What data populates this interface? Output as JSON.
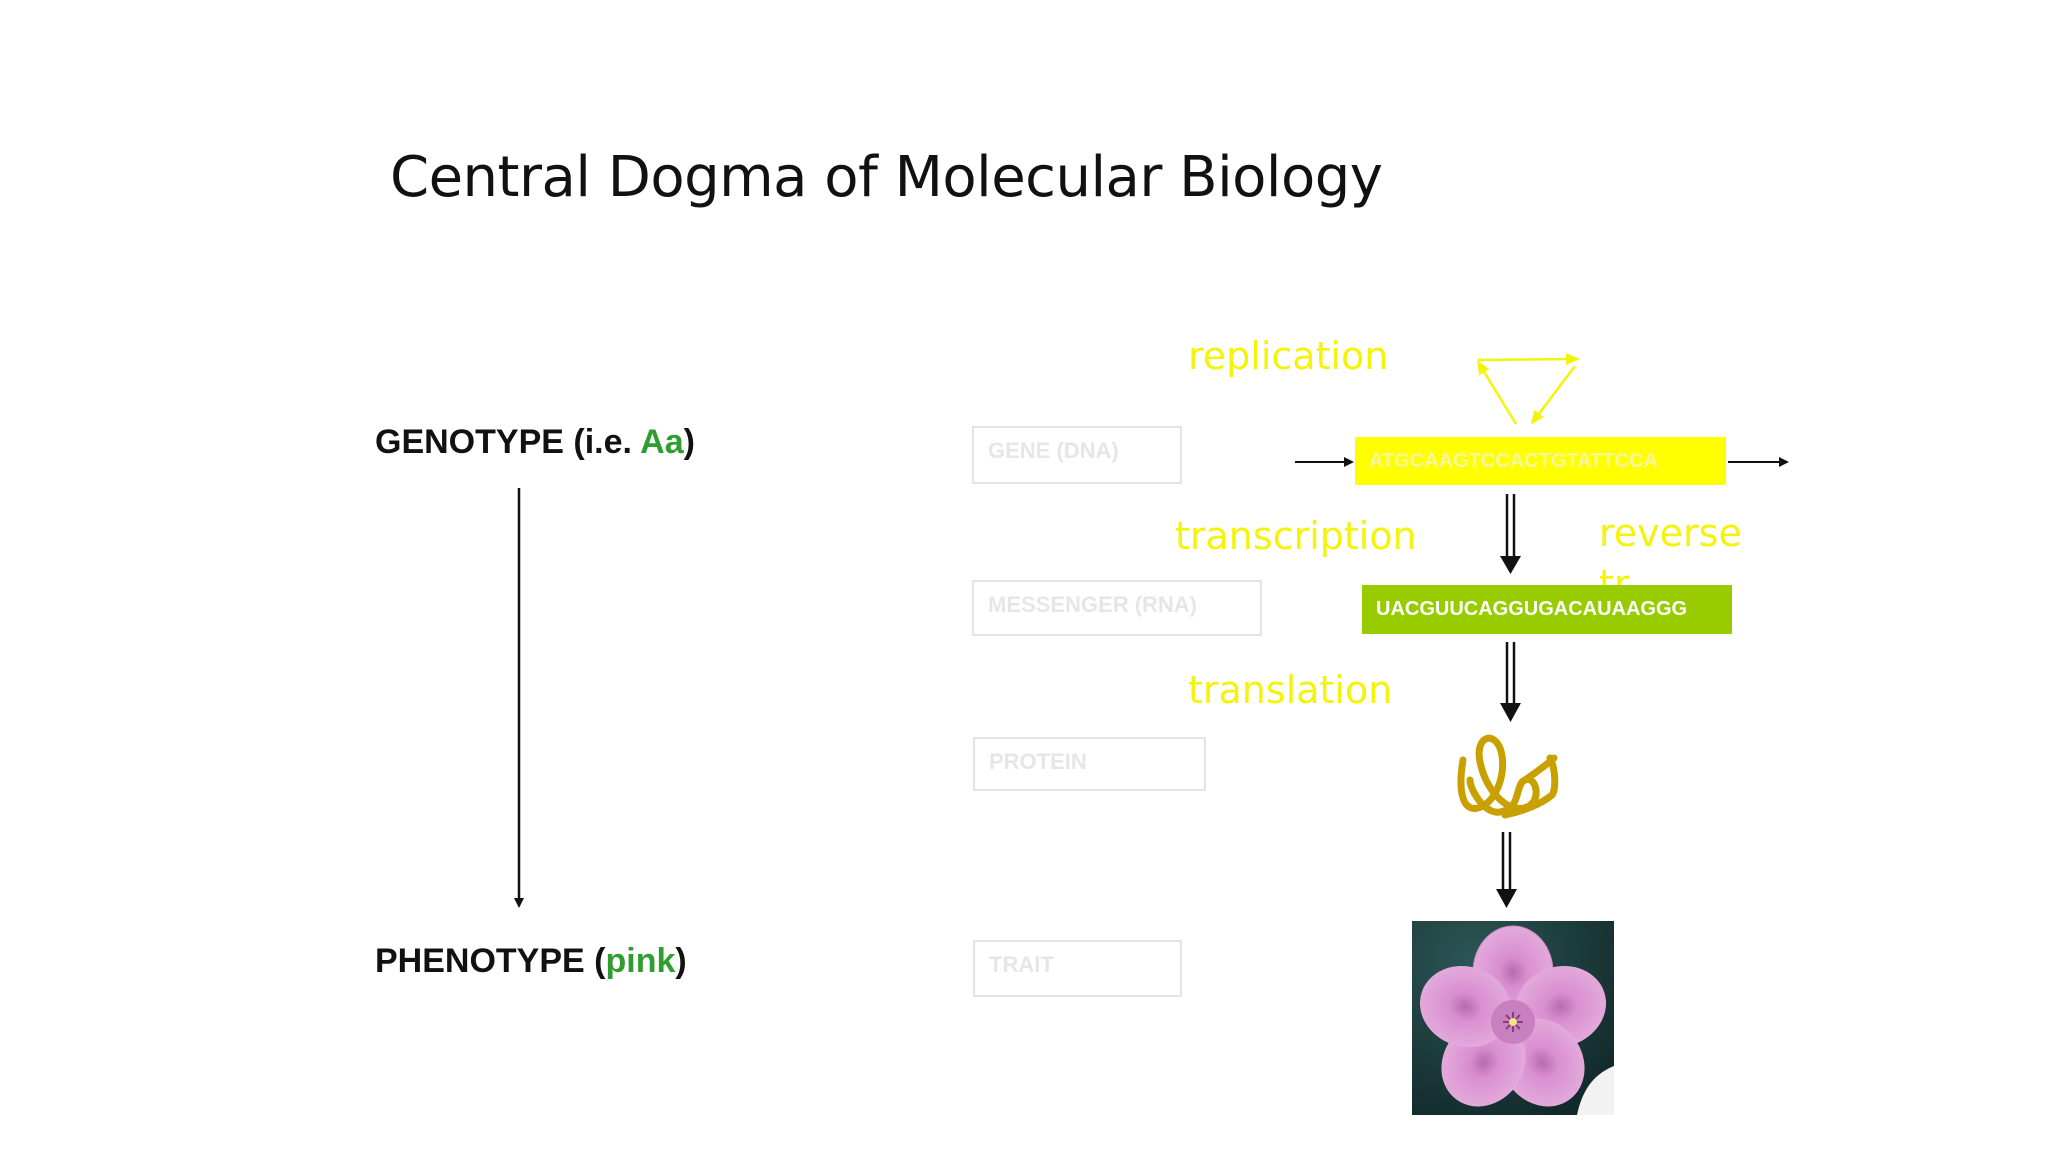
{
  "title": "Central Dogma of Molecular Biology",
  "left": {
    "genotype_prefix": "GENOTYPE (i.e. ",
    "genotype_highlight": "Aa",
    "genotype_suffix": ")",
    "phenotype_prefix": "PHENOTYPE (",
    "phenotype_highlight": "pink",
    "phenotype_suffix": ")"
  },
  "stages": {
    "gene": "GENE  (DNA)",
    "messenger": "MESSENGER (RNA)",
    "protein": "PROTEIN",
    "trait": "TRAIT"
  },
  "processes": {
    "replication": "replication",
    "transcription": "transcription",
    "reverse": "reverse",
    "reverse_cut": "tr",
    "translation": "translation"
  },
  "sequences": {
    "dna": "ATGCAAGTCCACTGTATTCCA",
    "rna": "UACGUUCAGGUGACAUAAGGG"
  },
  "colors": {
    "highlight_green": "#2f9e2f",
    "process_yellow": "#f4f40a",
    "dna_bar": "#ffff00",
    "rna_bar": "#99cc00",
    "protein_squiggle": "#c8a000",
    "flower_pink": "#d98fd0"
  },
  "icons": {
    "protein": "protein-coil-icon",
    "trait": "pink-flower-image"
  }
}
